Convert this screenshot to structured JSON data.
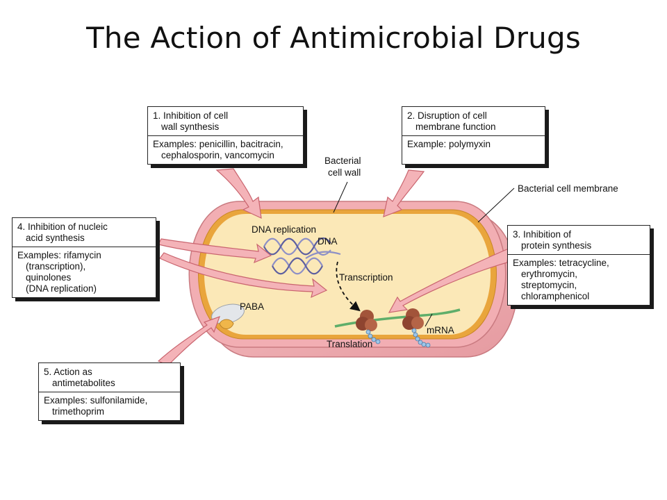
{
  "title": "The Action of Antimicrobial Drugs",
  "labels": {
    "cell_wall": [
      "Bacterial",
      "cell wall"
    ],
    "cell_membrane": "Bacterial cell membrane",
    "dna_replication": "DNA replication",
    "dna": "DNA",
    "transcription": "Transcription",
    "paba": "PABA",
    "mrna": "mRNA",
    "translation": "Translation"
  },
  "boxes": [
    {
      "id": "cell-wall",
      "heading": [
        "1. Inhibition of cell",
        "wall synthesis"
      ],
      "examples": [
        "Examples: penicillin, bacitracin,",
        "cephalosporin, vancomycin"
      ]
    },
    {
      "id": "cell-membrane",
      "heading": [
        "2. Disruption of cell",
        "membrane function"
      ],
      "examples": [
        "Example: polymyxin"
      ]
    },
    {
      "id": "protein-synthesis",
      "heading": [
        "3. Inhibition of",
        "protein synthesis"
      ],
      "examples": [
        "Examples: tetracycline,",
        "erythromycin,",
        "streptomycin,",
        "chloramphenicol"
      ]
    },
    {
      "id": "nucleic-acid",
      "heading": [
        "4. Inhibition of nucleic",
        "acid synthesis"
      ],
      "examples": [
        "Examples: rifamycin",
        "(transcription),",
        "quinolones",
        "(DNA replication)"
      ]
    },
    {
      "id": "antimetabolites",
      "heading": [
        "5. Action as",
        "antimetabolites"
      ],
      "examples": [
        "Examples: sulfonilamide,",
        "trimethoprim"
      ]
    }
  ],
  "colors": {
    "arrow_fill": "#f4b3b8",
    "arrow_stroke": "#c9646e",
    "cytoplasm": "#fbe8b7",
    "cell_wall": "#f2aeb3",
    "membrane": "#e9a53c",
    "ribosome": "#a2543a",
    "mrna": "#5fae6a",
    "dna": "#8d8fc6",
    "enzyme": "#e3e6ea",
    "paba": "#f0b64a"
  }
}
